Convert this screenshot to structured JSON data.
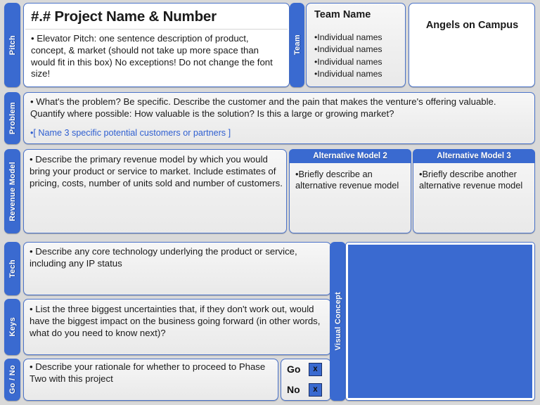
{
  "tabs": {
    "pitch": "Pitch",
    "team": "Team",
    "problem": "Problem",
    "revenue_model": "Revenue Model",
    "tech": "Tech",
    "keys": "Keys",
    "go_no": "Go / No",
    "visual_concept": "Visual Concept"
  },
  "pitch": {
    "title": "#.# Project Name & Number",
    "body": "• Elevator Pitch: one sentence description of product, concept, & market (should not take up more space than would fit in this box) No exceptions! Do not change the font size!"
  },
  "team": {
    "heading": "Team Name",
    "members": [
      "•Individual names",
      "•Individual names",
      "•Individual names",
      "•Individual names"
    ],
    "program_name": "Angels on Campus"
  },
  "problem": {
    "body": "• What's the problem?  Be specific. Describe the customer and the pain that makes the venture's offering valuable. Quantify where possible: How valuable is the solution? Is this a large or growing market?",
    "customers_note": "•[ Name 3 specific potential customers or partners ]"
  },
  "revenue": {
    "primary": "• Describe the primary revenue model by which you would bring your product or service to market. Include estimates of pricing, costs, number of units sold and number of customers.",
    "alt2_header": "Alternative Model 2",
    "alt2_body": "•Briefly describe an alternative revenue model",
    "alt3_header": "Alternative Model 3",
    "alt3_body": "•Briefly describe another alternative revenue model"
  },
  "tech": {
    "body": "• Describe any core technology underlying the product or service, including any IP status"
  },
  "keys": {
    "body": "• List the three biggest uncertainties that, if they don't work out, would have the biggest impact on the business going forward (in other words, what do you need to know next)?"
  },
  "go_no": {
    "body": "• Describe your rationale for whether to proceed to Phase Two with this project",
    "go_label": "Go",
    "go_mark": "x",
    "no_label": "No",
    "no_mark": "x"
  },
  "colors": {
    "accent_blue": "#3a6ad0",
    "border_blue": "#4a72c8",
    "link_blue": "#2f5fd0",
    "panel_gray": "#efefef",
    "page_bg": "#d9d9d9"
  }
}
